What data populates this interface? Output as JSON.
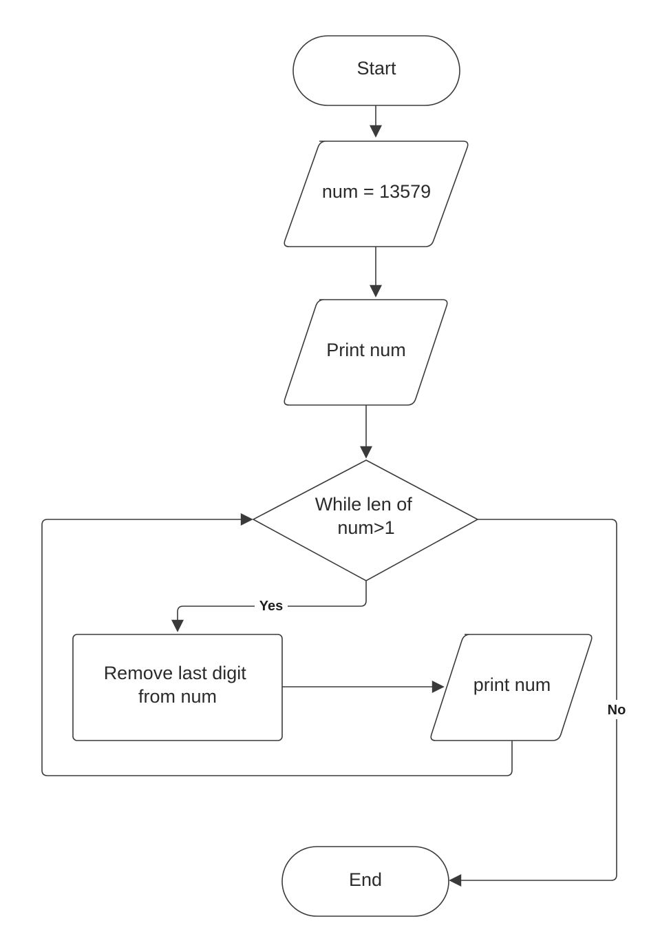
{
  "nodes": {
    "start": {
      "label": "Start"
    },
    "assign": {
      "label": "num = 13579"
    },
    "print_initial": {
      "label": "Print num"
    },
    "loop_condition": {
      "lines": [
        "While len of",
        "num>1"
      ]
    },
    "remove_digit": {
      "lines": [
        "Remove last digit",
        "from num"
      ]
    },
    "print_loop": {
      "label": "print num"
    },
    "end": {
      "label": "End"
    }
  },
  "edges": {
    "yes_label": "Yes",
    "no_label": "No"
  },
  "colors": {
    "stroke": "#3a3a3a",
    "text": "#2b2b2b",
    "background": "#ffffff"
  }
}
